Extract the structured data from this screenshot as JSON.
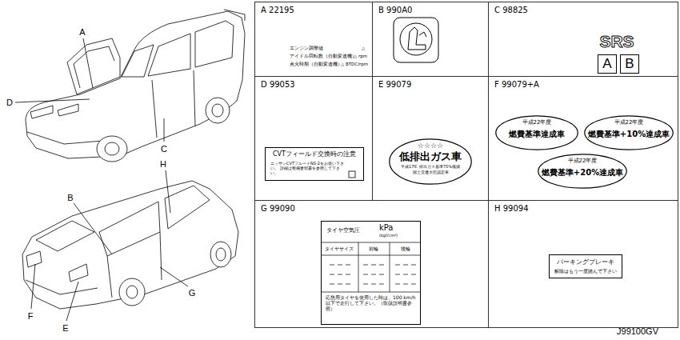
{
  "diagram": {
    "nodes": [
      {
        "text": [
          "A 22195"
        ]
      },
      {
        "text": [
          "B 990A0"
        ]
      },
      {
        "text": [
          "C 98825"
        ]
      },
      {
        "text": [
          "A"
        ],
        "in": 2
      },
      {
        "text": [
          "B"
        ],
        "in": 2
      },
      {
        "text": [
          "D 99053"
        ]
      },
      {
        "text": [
          "CVTフィールド交換時の注意",
          "ニッサンCVTフルードNS-2をお使い下さい。 詳細は整備要領書を参照して下さい。"
        ],
        "in": 5
      },
      {
        "text": [
          "E 99079"
        ]
      },
      {
        "text": [
          "☆☆☆☆",
          "低排出ガス車",
          "平成17年 排出ガス基準75%低減",
          "国土交通大臣認定車"
        ],
        "in": 7
      },
      {
        "text": [
          "F 99079+A"
        ]
      },
      {
        "text": [
          "平成22年度",
          "燃費基準達成車"
        ],
        "in": 9
      },
      {
        "text": [
          "平成22年度",
          "燃費基準+10%達成車"
        ],
        "in": 9
      },
      {
        "text": [
          "平成22年度",
          "燃費基準+20%達成車"
        ],
        "in": 9
      },
      {
        "text": [
          "G 99090"
        ]
      },
      {
        "text": [
          "タイヤ空気圧",
          "kPa",
          "(kgf/cm²)",
          "タイヤサイズ",
          "前輪",
          "後輪",
          "応急用タイヤを使用した時は、100 km/h 以下で走行して下さい。（取扱説明書参照）"
        ],
        "in": 13
      },
      {
        "text": [
          "H 99094"
        ]
      },
      {
        "text": [
          "パーキングブレーキ",
          "解除はもう一度踏んで下さい"
        ],
        "in": 15
      }
    ],
    "labels": [
      "A",
      "D",
      "C",
      "B",
      "H",
      "F",
      "E",
      "G",
      "エンジン調整値",
      "△",
      "アイドル回転数（自動変速機）",
      "△ rpm",
      "点火時期（自動変速機）",
      "△ BTDC/rpm",
      "SRS",
      "J99100GV"
    ]
  }
}
